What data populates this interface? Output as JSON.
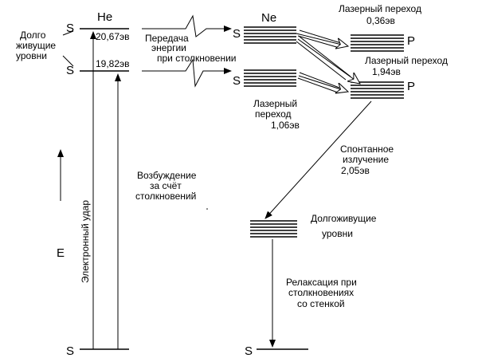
{
  "he": {
    "atom": "He",
    "level_upper_energy": "20,67эв",
    "level_lower_energy": "19,82эв",
    "state_upper": "S",
    "state_lower": "S",
    "state_ground": "S"
  },
  "ne": {
    "atom": "Ne",
    "state_upper": "S",
    "state_lower": "S",
    "state_ground": "S",
    "state_p_upper": "P",
    "state_p_lower": "P"
  },
  "labels": {
    "long_lived_1": "Долго",
    "long_lived_2": "живущие",
    "long_lived_3": "уровни",
    "transfer_1": "Передача",
    "transfer_2": "энергии",
    "transfer_3": "при  столкновении",
    "laser_036_1": "Лазерный переход",
    "laser_036_2": "0,36эв",
    "laser_194_1": "Лазерный переход",
    "laser_194_2": "1,94эв",
    "laser_106_1": "Лазерный",
    "laser_106_2": "переход",
    "laser_106_3": "1,06эв",
    "spont_1": "Спонтанное",
    "spont_2": "излучение",
    "spont_3": "2,05эв",
    "excitation_1": "Возбуждение",
    "excitation_2": "за счёт",
    "excitation_3": "столкновений",
    "electron_impact": "Электронный удар",
    "energy_axis": "E",
    "long_lived_ne_1": "Долгоживущие",
    "long_lived_ne_2": "уровни",
    "relax_1": "Релаксация при",
    "relax_2": "столкновениях",
    "relax_3": "со стенкой"
  }
}
